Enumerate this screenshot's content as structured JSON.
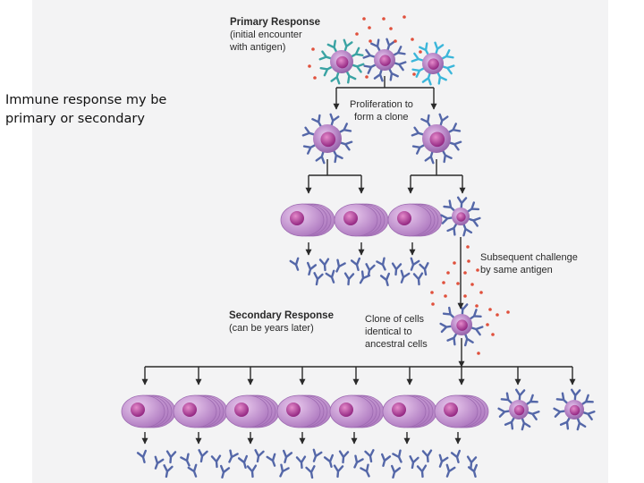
{
  "caption": "Immune response my be\nprimary or secondary",
  "primary": {
    "title": "Primary Response",
    "subtitle_line1": "(initial encounter",
    "subtitle_line2": "with antigen)"
  },
  "proliferation_line1": "Proliferation to",
  "proliferation_line2": "form a clone",
  "challenge_line1": "Subsequent challenge",
  "challenge_line2": "by same antigen",
  "secondary": {
    "title": "Secondary Response",
    "subtitle": "(can be years later)"
  },
  "clone_line1": "Clone of cells",
  "clone_line2": "identical to",
  "clone_line3": "ancestral cells",
  "colors": {
    "plasma_cell": "#b37bc3",
    "nucleus": "#a2308f",
    "antibody": "#5467a8",
    "receptor_teal": "#3aa3a3",
    "receptor_cyan": "#3bb6da",
    "antigen": "#e0503c",
    "arrow": "#2a2a2a"
  }
}
